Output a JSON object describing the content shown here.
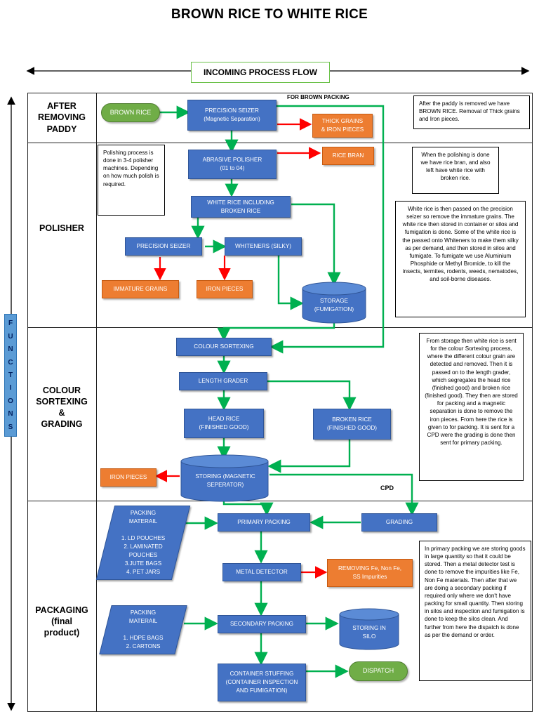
{
  "title": "BROWN RICE TO WHITE RICE",
  "flow_label": "INCOMING PROCESS FLOW",
  "functions_label": "FUNCTIONS",
  "sections": {
    "after_paddy": "AFTER\nREMOVING\nPADDY",
    "polisher": "POLISHER",
    "colour": "COLOUR\nSORTEXING\n&\nGRADING",
    "packaging": "PACKAGING\n(final\nproduct)"
  },
  "labels": {
    "for_brown_packing": "FOR BROWN PACKING",
    "cpd": "CPD"
  },
  "boxes": {
    "brown_rice": "BROWN RICE",
    "precision_seizer_1": "PRECISION SEIZER\n(Magnetic Separation)",
    "thick_grains": "THICK GRAINS\n& IRON PIECES",
    "abrasive_polisher": "ABRASIVE POLISHER\n(01 to 04)",
    "rice_bran": "RICE BRAN",
    "white_rice_broken": "WHITE RICE INCLUDING\nBROKEN RICE",
    "precision_seizer_2": "PRECISION SEIZER",
    "whiteners": "WHITENERS (SILKY)",
    "immature_grains": "IMMATURE GRAINS",
    "iron_pieces_1": "IRON PIECES",
    "storage_fumigation": "STORAGE\n(FUMIGATION)",
    "colour_sortexing": "COLOUR SORTEXING",
    "length_grader": "LENGTH GRADER",
    "head_rice": "HEAD RICE\n(FINISHED GOOD)",
    "broken_rice": "BROKEN RICE\n(FINISHED GOOD)",
    "storing_magnetic": "STORING (MAGNETIC\nSEPERATOR)",
    "iron_pieces_2": "IRON PIECES",
    "primary_packing": "PRIMARY PACKING",
    "grading": "GRADING",
    "packing_material_1": "PACKING\nMATERAIL\n\n1. LD POUCHES\n2. LAMINATED\nPOUCHES\n3.JUTE BAGS\n4. PET JARS",
    "metal_detector": "METAL DETECTOR",
    "removing_fe": "REMOVING Fe, Non Fe,\nSS Impurities",
    "packing_material_2": "PACKING\nMATERAIL\n\n1. HDPE BAGS\n2. CARTONS",
    "secondary_packing": "SECONDARY PACKING",
    "storing_silo": "STORING IN\nSILO",
    "container_stuffing": "CONTAINER STUFFING\n(CONTAINER INSPECTION\nAND FUMIGATION)",
    "dispatch": "DISPATCH"
  },
  "notes": {
    "note_paddy": "After the paddy is removed we have BROWN RICE. Removal of Thick grains and Iron pieces.",
    "note_polishing_process": "Polishing process is done in 3-4 polisher machines. Depending on how much polish is required.",
    "note_polishing_done": "When the polishing is done we have rice bran, and also left have white rice with broken rice.",
    "note_white_rice": "White rice is then passed on the precision seizer so remove the immature grains. The white rice then stored in container or silos and fumigation is done. Some of the white rice is the passed onto Whiteners to make them silky as per demand, and then stored in silos and fumigate. To fumigate we use Aluminium Phosphide or Methyl Bromide, to kill the insects, termites, rodents, weeds, nematodes, and soil-borne diseases.",
    "note_storage": "From storage then white rice is sent for the colour Sortexing process, where the different colour grain are detected and removed. Then it is passed on to the length grader, which segregates the head rice (finished good) and broken rice (finished good). They then are stored for packing and a magnetic separation is done to remove the iron pieces. From here the rice is given to for packing. It is sent for a CPD were the grading is done then sent  for primary packing.",
    "note_packing": "In primary packing we are storing goods in large quantity so that it could be stored. Then a metal detector test is done to remove the impurities like Fe, Non Fe materials. Then after that we are doing a secondary packing if required only where we don't have packing for small quantity. Then storing in silos and inspection and fumigation is done to keep the silos clean. And further from here the dispatch is done as per the demand or order."
  },
  "colors": {
    "process_box": "#4472c4",
    "reject_box": "#ed7d31",
    "terminal": "#70ad47",
    "flow_arrow": "#00b050",
    "reject_arrow": "#ff0000"
  }
}
